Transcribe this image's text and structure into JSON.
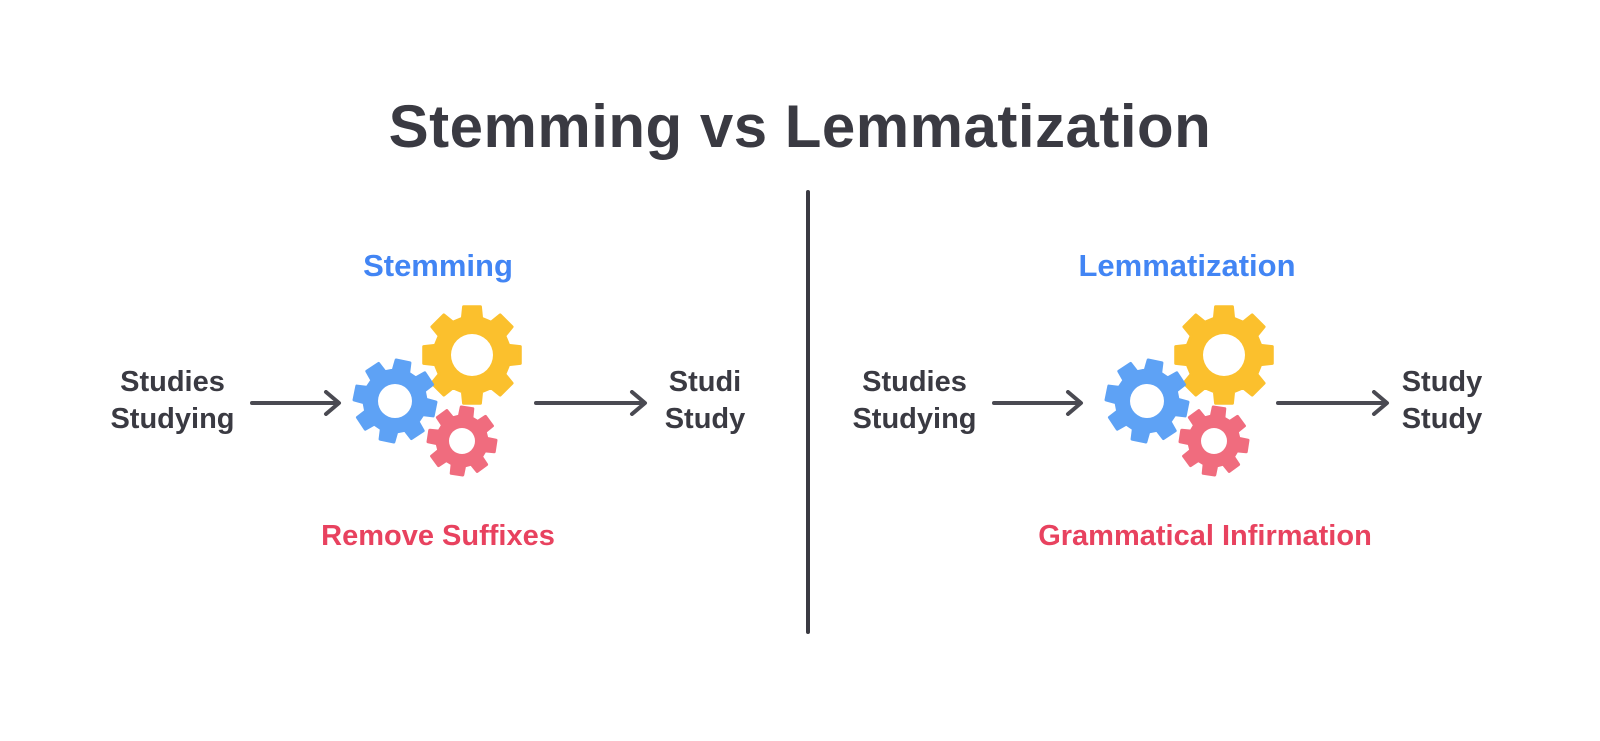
{
  "title": "Stemming vs Lemmatization",
  "colors": {
    "dark": "#3a3a42",
    "heading_blue": "#4285f4",
    "subtitle_red": "#e8425f",
    "gear_yellow": "#fbc02d",
    "gear_blue": "#5ea2f5",
    "gear_red": "#f06c7e"
  },
  "panels": [
    {
      "heading": "Stemming",
      "inputs": [
        "Studies",
        "Studying"
      ],
      "outputs": [
        "Studi",
        "Study"
      ],
      "subtitle": "Remove Suffixes"
    },
    {
      "heading": "Lemmatization",
      "inputs": [
        "Studies",
        "Studying"
      ],
      "outputs": [
        "Study",
        "Study"
      ],
      "subtitle": "Grammatical Infirmation"
    }
  ],
  "icons": [
    "gear-icon",
    "arrow-right-icon"
  ]
}
